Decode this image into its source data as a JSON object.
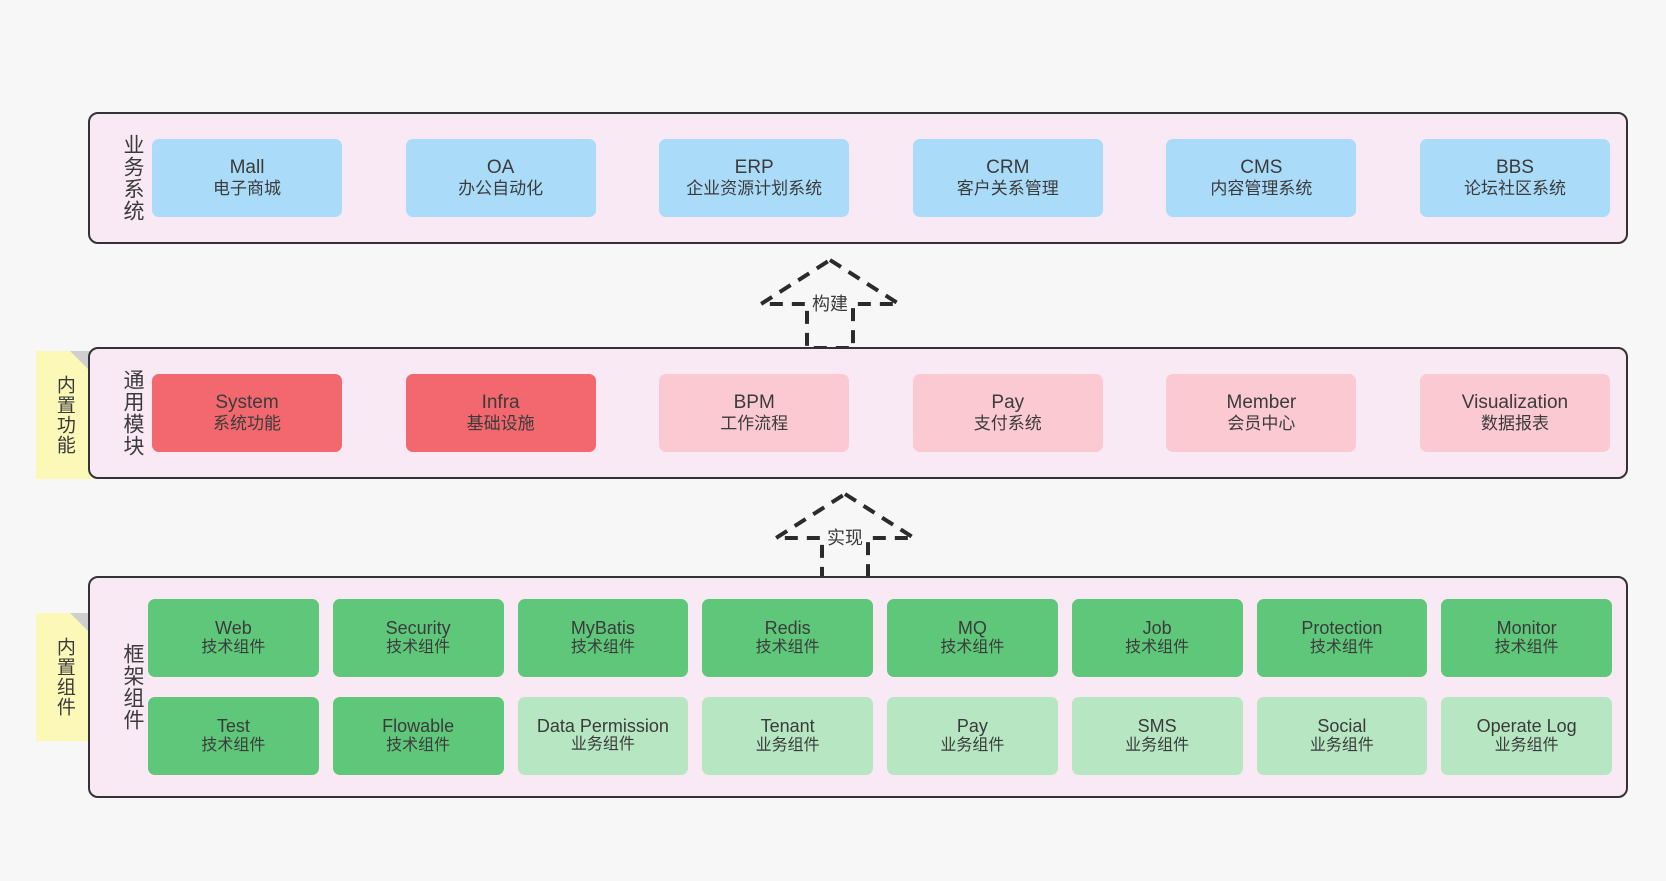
{
  "canvas": {
    "background": "#f7f7f7"
  },
  "palette": {
    "layer_fill": "#f9e9f4",
    "layer_border": "#333333",
    "business_box": "#aadcfa",
    "module_primary": "#f2686e",
    "module_secondary": "#fbc9d2",
    "tech_component": "#5ec77a",
    "biz_component": "#b6e6c2",
    "note_fill": "#fcf8b8",
    "note_fold": "#cfcfcf"
  },
  "layers": [
    {
      "id": "business-systems",
      "title": "业务系统",
      "cells": [
        {
          "name": "Mall",
          "desc": "电子商城",
          "color": "#aadcfa"
        },
        {
          "name": "OA",
          "desc": "办公自动化",
          "color": "#aadcfa"
        },
        {
          "name": "ERP",
          "desc": "企业资源计划系统",
          "color": "#aadcfa"
        },
        {
          "name": "CRM",
          "desc": "客户关系管理",
          "color": "#aadcfa"
        },
        {
          "name": "CMS",
          "desc": "内容管理系统",
          "color": "#aadcfa"
        },
        {
          "name": "BBS",
          "desc": "论坛社区系统",
          "color": "#aadcfa"
        }
      ]
    },
    {
      "id": "common-modules",
      "title": "通用模块",
      "note": "内置功能",
      "cells": [
        {
          "name": "System",
          "desc": "系统功能",
          "color": "#f2686e"
        },
        {
          "name": "Infra",
          "desc": "基础设施",
          "color": "#f2686e"
        },
        {
          "name": "BPM",
          "desc": "工作流程",
          "color": "#fbc9d2"
        },
        {
          "name": "Pay",
          "desc": "支付系统",
          "color": "#fbc9d2"
        },
        {
          "name": "Member",
          "desc": "会员中心",
          "color": "#fbc9d2"
        },
        {
          "name": "Visualization",
          "desc": "数据报表",
          "color": "#fbc9d2"
        }
      ]
    },
    {
      "id": "framework-components",
      "title": "框架组件",
      "note": "内置组件",
      "cells": [
        {
          "name": "Web",
          "desc": "技术组件",
          "color": "#5ec77a"
        },
        {
          "name": "Security",
          "desc": "技术组件",
          "color": "#5ec77a"
        },
        {
          "name": "MyBatis",
          "desc": "技术组件",
          "color": "#5ec77a"
        },
        {
          "name": "Redis",
          "desc": "技术组件",
          "color": "#5ec77a"
        },
        {
          "name": "MQ",
          "desc": "技术组件",
          "color": "#5ec77a"
        },
        {
          "name": "Job",
          "desc": "技术组件",
          "color": "#5ec77a"
        },
        {
          "name": "Protection",
          "desc": "技术组件",
          "color": "#5ec77a"
        },
        {
          "name": "Monitor",
          "desc": "技术组件",
          "color": "#5ec77a"
        },
        {
          "name": "Test",
          "desc": "技术组件",
          "color": "#5ec77a"
        },
        {
          "name": "Flowable",
          "desc": "技术组件",
          "color": "#5ec77a"
        },
        {
          "name": "Data Permission",
          "desc": "业务组件",
          "color": "#b6e6c2"
        },
        {
          "name": "Tenant",
          "desc": "业务组件",
          "color": "#b6e6c2"
        },
        {
          "name": "Pay",
          "desc": "业务组件",
          "color": "#b6e6c2"
        },
        {
          "name": "SMS",
          "desc": "业务组件",
          "color": "#b6e6c2"
        },
        {
          "name": "Social",
          "desc": "业务组件",
          "color": "#b6e6c2"
        },
        {
          "name": "Operate Log",
          "desc": "业务组件",
          "color": "#b6e6c2"
        }
      ]
    }
  ],
  "connectors": [
    {
      "id": "build",
      "label": "构建",
      "style": "dashed-generalization",
      "direction": "up"
    },
    {
      "id": "implement",
      "label": "实现",
      "style": "dashed-generalization",
      "direction": "up"
    }
  ]
}
